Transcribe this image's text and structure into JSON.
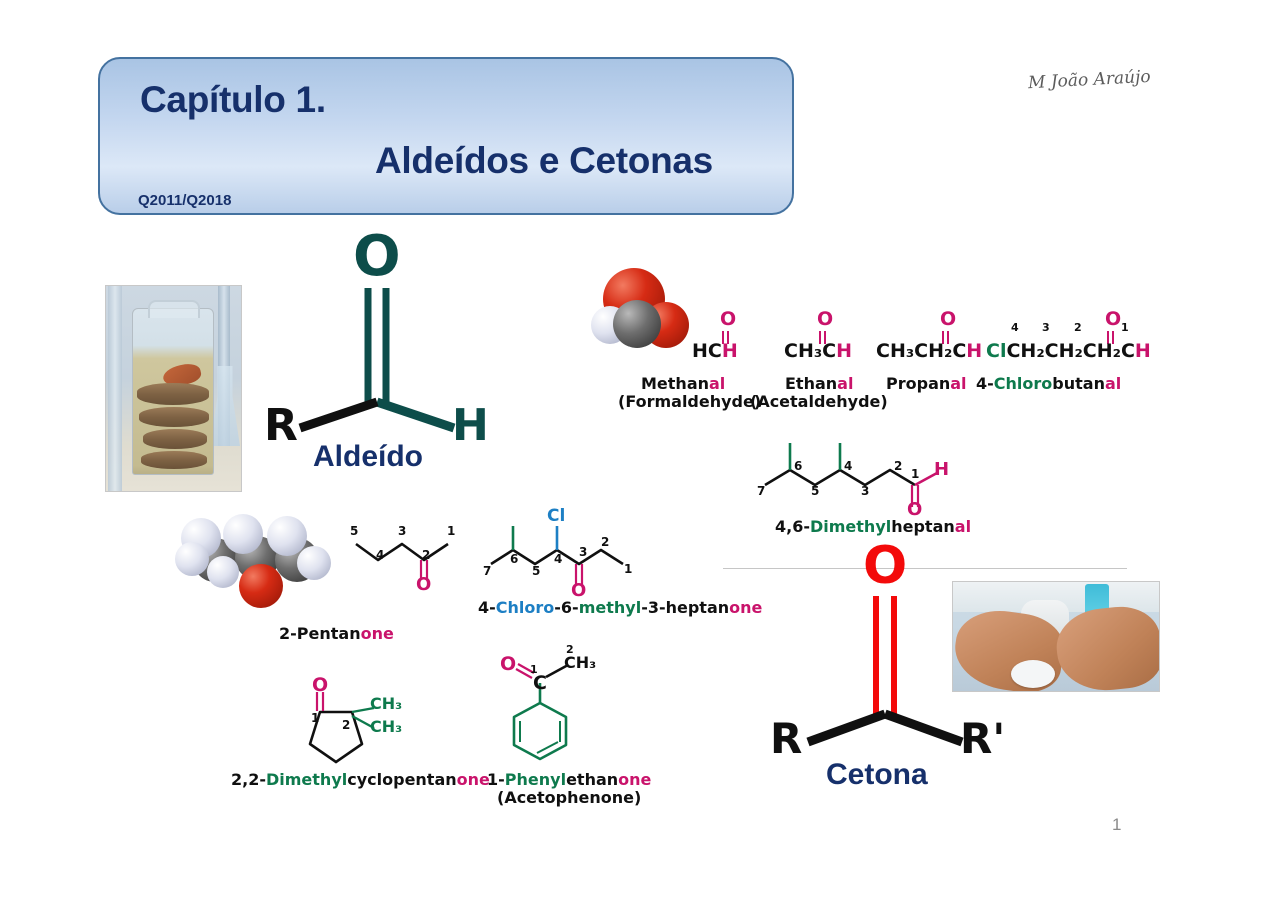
{
  "slide": {
    "title_line1": "Capítulo 1.",
    "title_line2": "Aldeídos e Cetonas",
    "course_code": "Q2011/Q2018",
    "author": "M João Araújo",
    "page_number": "1"
  },
  "aldehyde": {
    "atom_o": "O",
    "atom_r": "R",
    "atom_h": "H",
    "caption": "Aldeído"
  },
  "ketone": {
    "atom_o": "O",
    "atom_r": "R",
    "atom_rprime": "R'",
    "caption": "Cetona"
  },
  "photos": {
    "snake_jar_alt": "Snake preserved in formaldehyde jar",
    "hands_alt": "Hands using cotton pad with acetone nail polish remover"
  },
  "aldehyde_examples": [
    {
      "formula_parts": [
        {
          "text": "HC",
          "color": "black"
        },
        {
          "text": "H",
          "color": "magenta"
        }
      ],
      "carbonyl_o": "O",
      "name_parts": [
        {
          "text": "Methan",
          "color": "black"
        },
        {
          "text": "al",
          "color": "magenta"
        }
      ],
      "common_name": "(Formaldehyde)",
      "numbers": []
    },
    {
      "formula_parts": [
        {
          "text": "CH₃C",
          "color": "black"
        },
        {
          "text": "H",
          "color": "magenta"
        }
      ],
      "carbonyl_o": "O",
      "name_parts": [
        {
          "text": "Ethan",
          "color": "black"
        },
        {
          "text": "al",
          "color": "magenta"
        }
      ],
      "common_name": "(Acetaldehyde)",
      "numbers": []
    },
    {
      "formula_parts": [
        {
          "text": "CH₃CH₂C",
          "color": "black"
        },
        {
          "text": "H",
          "color": "magenta"
        }
      ],
      "carbonyl_o": "O",
      "name_parts": [
        {
          "text": "Propan",
          "color": "black"
        },
        {
          "text": "al",
          "color": "magenta"
        }
      ],
      "common_name": "",
      "numbers": []
    },
    {
      "formula_parts": [
        {
          "text": "Cl",
          "color": "green"
        },
        {
          "text": "CH₂CH₂CH₂C",
          "color": "black"
        },
        {
          "text": "H",
          "color": "magenta"
        }
      ],
      "carbonyl_o": "O",
      "name_parts": [
        {
          "text": "4-",
          "color": "black"
        },
        {
          "text": "Chloro",
          "color": "green"
        },
        {
          "text": "butan",
          "color": "black"
        },
        {
          "text": "al",
          "color": "magenta"
        }
      ],
      "common_name": "",
      "numbers": [
        "4",
        "3",
        "2",
        "1"
      ]
    }
  ],
  "heptanal": {
    "name_parts": [
      {
        "text": "4,6-",
        "color": "black"
      },
      {
        "text": "Dimethyl",
        "color": "green"
      },
      {
        "text": "heptan",
        "color": "black"
      },
      {
        "text": "al",
        "color": "magenta"
      }
    ],
    "chain_numbers": [
      "7",
      "6",
      "5",
      "4",
      "3",
      "2",
      "1"
    ],
    "atom_h": "H",
    "atom_o": "O"
  },
  "pentanone": {
    "name_parts": [
      {
        "text": "2-Pentan",
        "color": "black"
      },
      {
        "text": "one",
        "color": "magenta"
      }
    ],
    "chain_numbers": [
      "5",
      "4",
      "3",
      "2",
      "1"
    ],
    "atom_o": "O"
  },
  "chloroheptanone": {
    "name_parts": [
      {
        "text": "4-",
        "color": "black"
      },
      {
        "text": "Chloro",
        "color": "blue"
      },
      {
        "text": "-6-",
        "color": "black"
      },
      {
        "text": "methyl",
        "color": "green"
      },
      {
        "text": "-3-heptan",
        "color": "black"
      },
      {
        "text": "one",
        "color": "magenta"
      }
    ],
    "chain_numbers": [
      "7",
      "6",
      "5",
      "4",
      "3",
      "2",
      "1"
    ],
    "substituent_cl": "Cl",
    "atom_o": "O"
  },
  "dimethylcyclopentanone": {
    "name_parts": [
      {
        "text": "2,2-",
        "color": "black"
      },
      {
        "text": "Dimethyl",
        "color": "green"
      },
      {
        "text": "cyclopentan",
        "color": "black"
      },
      {
        "text": "one",
        "color": "magenta"
      }
    ],
    "ring_numbers": [
      "1",
      "2"
    ],
    "methyl_1": "CH₃",
    "methyl_2": "CH₃",
    "atom_o": "O"
  },
  "phenylethanone": {
    "name_parts": [
      {
        "text": "1-",
        "color": "black"
      },
      {
        "text": "Phenyl",
        "color": "green"
      },
      {
        "text": "ethan",
        "color": "black"
      },
      {
        "text": "one",
        "color": "magenta"
      }
    ],
    "common_name": "(Acetophenone)",
    "atom_o": "O",
    "atom_c": "C",
    "methyl": "CH₃",
    "numbers": [
      "1",
      "2"
    ]
  },
  "colors": {
    "magenta": "#c9136b",
    "green": "#0e7a4d",
    "blue": "#1d7fc4",
    "teal": "#0d4d4a",
    "red": "#f30a0a",
    "navy": "#16306b",
    "title_border": "#4472a0"
  }
}
